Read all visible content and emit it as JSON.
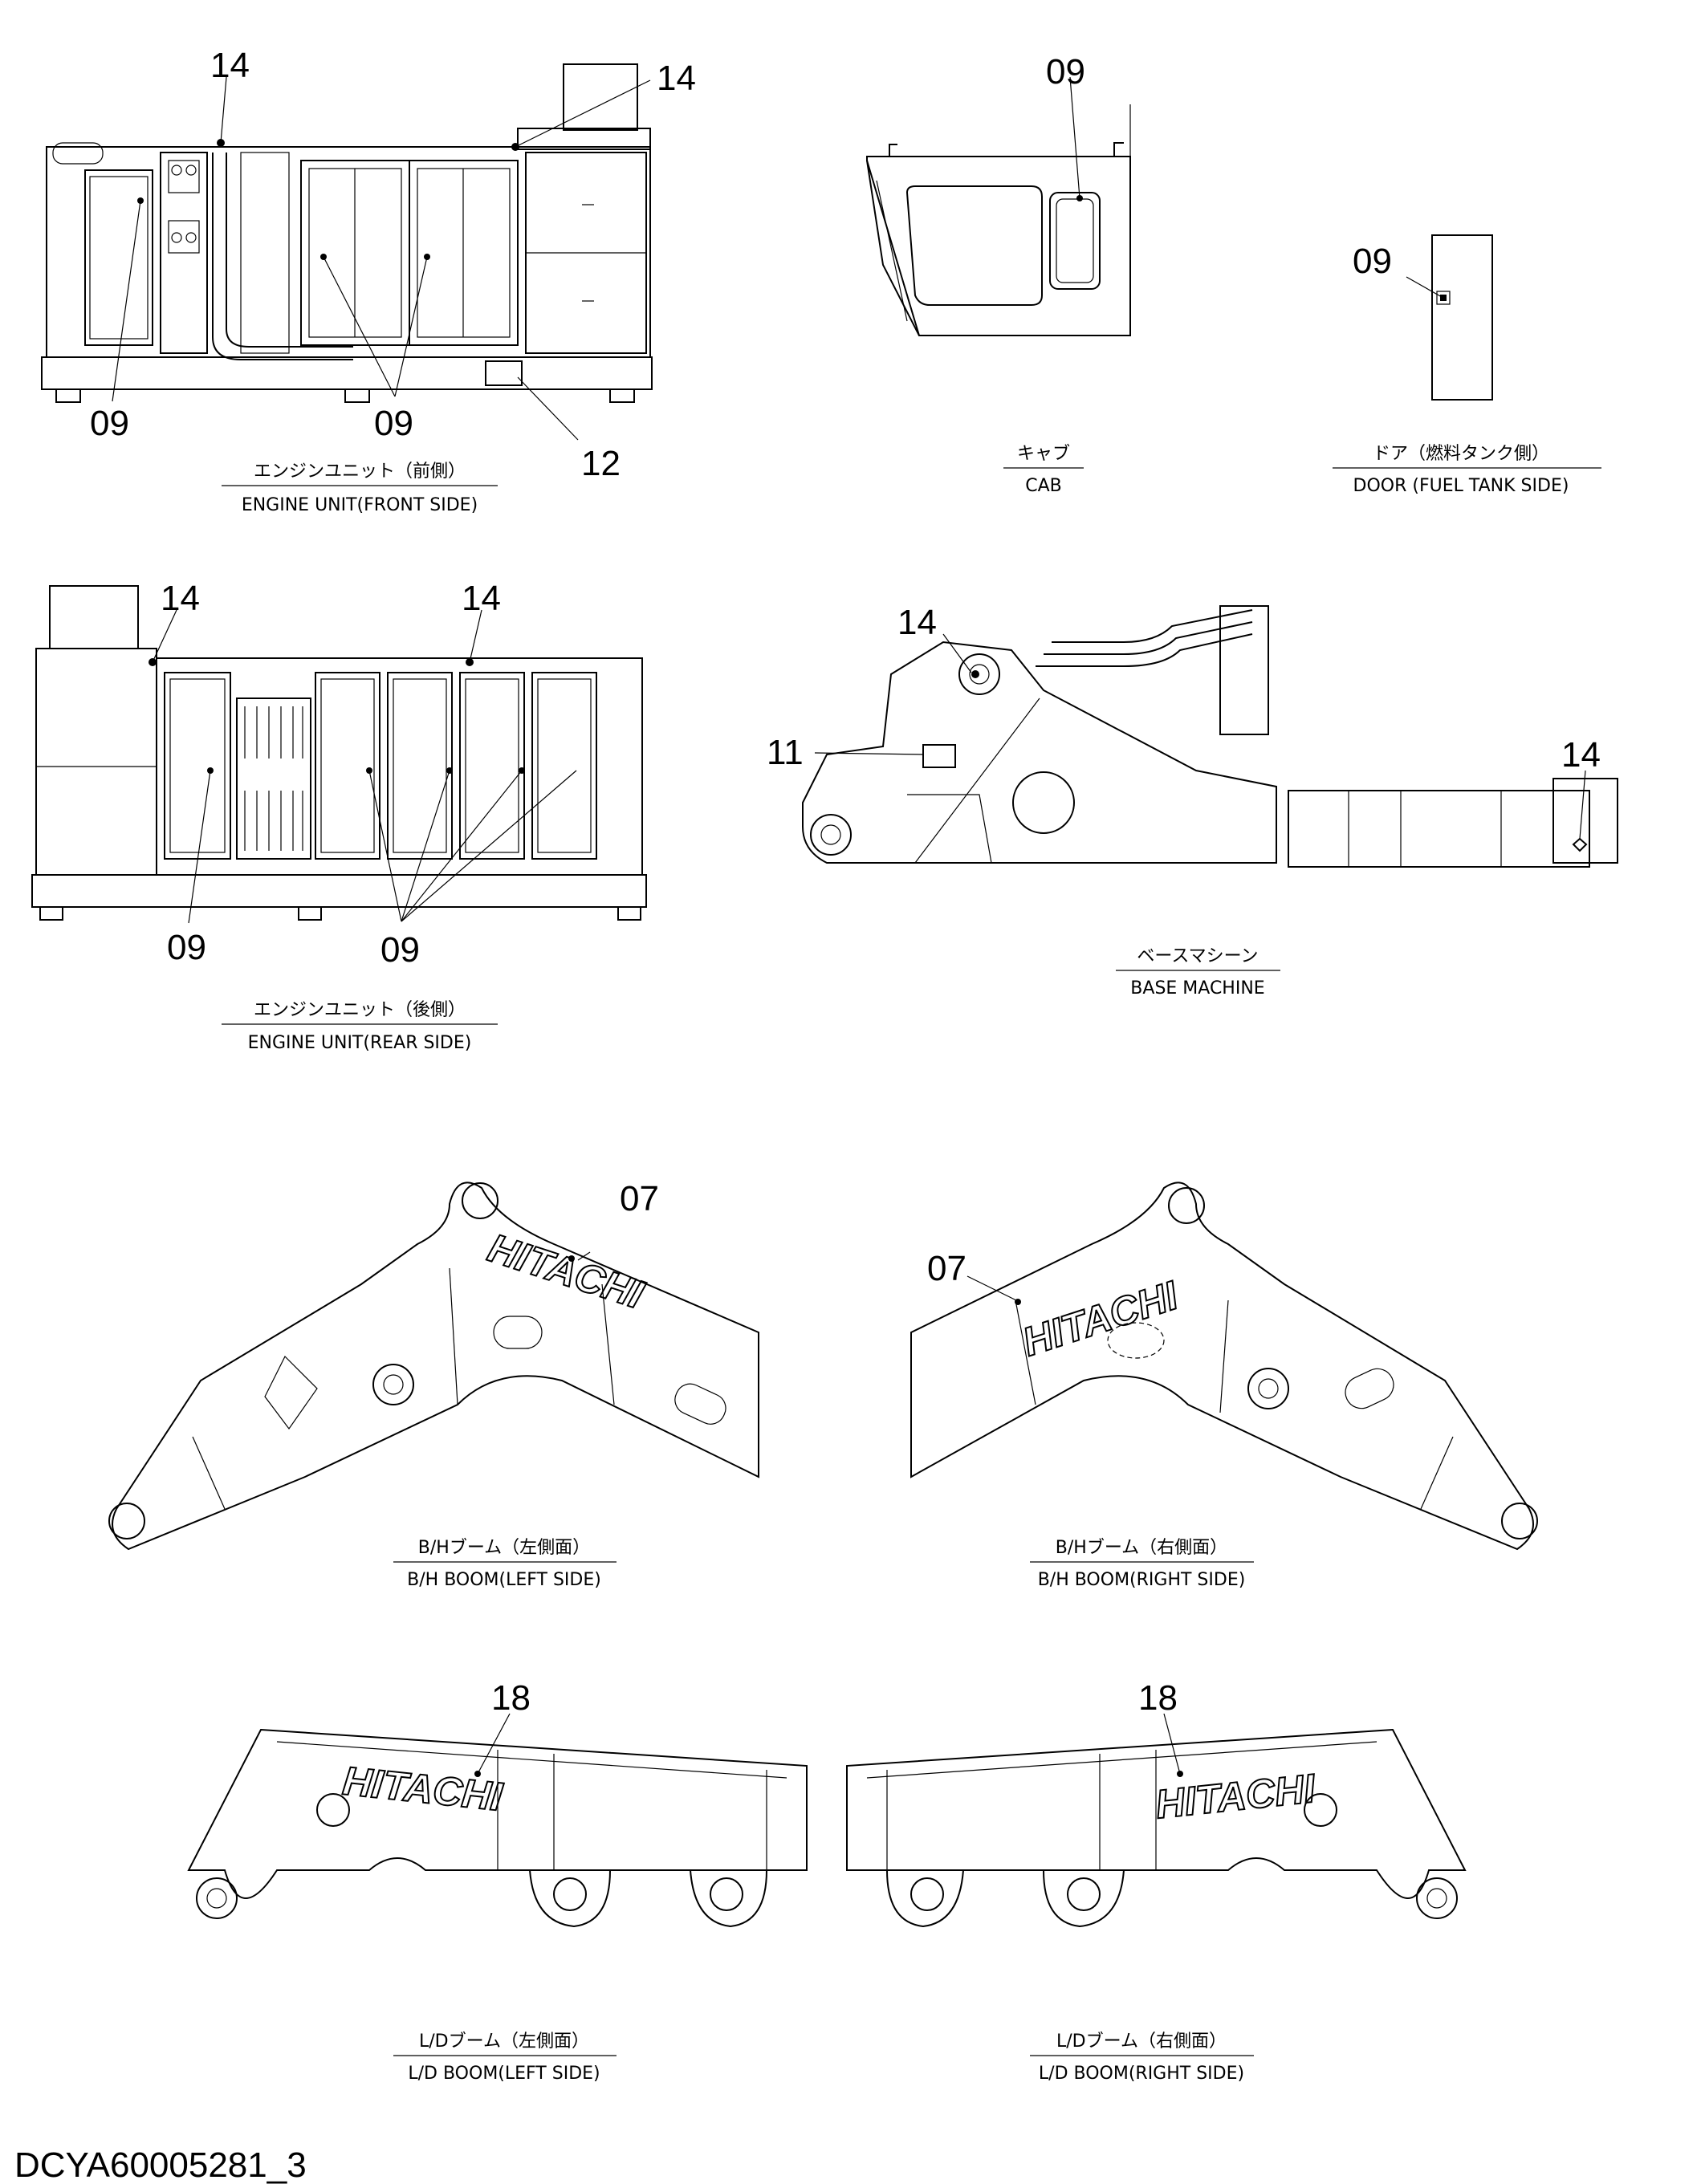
{
  "views": {
    "engine_front": {
      "caption_jp": "エンジンユニット（前側）",
      "caption_en": "ENGINE UNIT(FRONT SIDE)",
      "callouts": [
        "14",
        "14",
        "09",
        "09",
        "12"
      ]
    },
    "cab": {
      "caption_jp": "キャブ",
      "caption_en": "CAB",
      "callouts": [
        "09"
      ]
    },
    "door": {
      "caption_jp": "ドア（燃料タンク側）",
      "caption_en": "DOOR (FUEL  TANK  SIDE)",
      "callouts": [
        "09"
      ]
    },
    "engine_rear": {
      "caption_jp": "エンジンユニット（後側）",
      "caption_en": "ENGINE UNIT(REAR SIDE)",
      "callouts": [
        "14",
        "14",
        "09",
        "09"
      ]
    },
    "base_machine": {
      "caption_jp": "ベースマシーン",
      "caption_en": "BASE MACHINE",
      "callouts": [
        "14",
        "11",
        "14"
      ]
    },
    "bh_boom_left": {
      "caption_jp": "B/Hブーム（左側面）",
      "caption_en": "B/H BOOM(LEFT SIDE)",
      "callouts": [
        "07"
      ],
      "brand": "HITACHI"
    },
    "bh_boom_right": {
      "caption_jp": "B/Hブーム（右側面）",
      "caption_en": "B/H BOOM(RIGHT SIDE)",
      "callouts": [
        "07"
      ],
      "brand": "HITACHI"
    },
    "ld_boom_left": {
      "caption_jp": "L/Dブーム（左側面）",
      "caption_en": "L/D BOOM(LEFT SIDE)",
      "callouts": [
        "18"
      ],
      "brand": "HITACHI"
    },
    "ld_boom_right": {
      "caption_jp": "L/Dブーム（右側面）",
      "caption_en": "L/D BOOM(RIGHT SIDE)",
      "callouts": [
        "18"
      ],
      "brand": "HITACHI"
    }
  },
  "document_id": "DCYA60005281_3"
}
